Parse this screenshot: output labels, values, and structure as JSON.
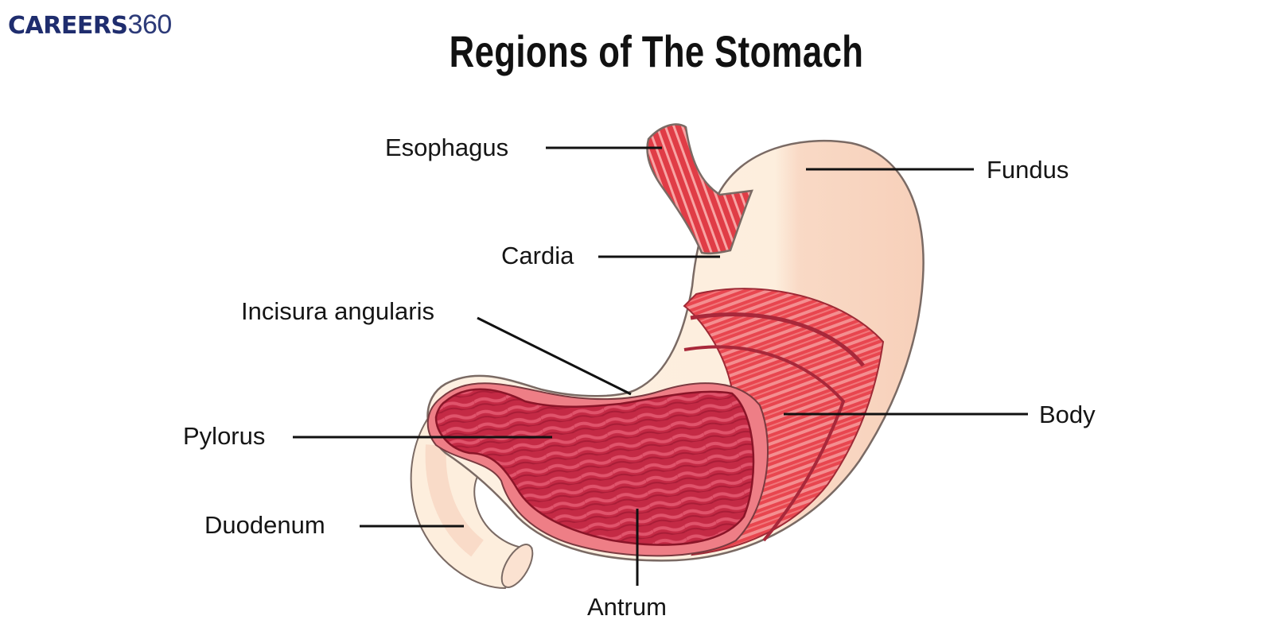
{
  "logo": {
    "brand": "CAREERS",
    "number": "360"
  },
  "title": "Regions of The Stomach",
  "colors": {
    "logo_brand": "#1f2d6e",
    "tissue_outer": "#fdeedd",
    "tissue_shade": "#f9d3bd",
    "muscle": "#e8464f",
    "muscle_light": "#f58a8c",
    "mucosa": "#c42a45",
    "mucosa_dark": "#9e1a33",
    "outline": "#7a6a64",
    "leader_line": "#111111"
  },
  "labels": {
    "esophagus": "Esophagus",
    "fundus": "Fundus",
    "cardia": "Cardia",
    "incisura": "Incisura angularis",
    "body": "Body",
    "pylorus": "Pylorus",
    "duodenum": "Duodenum",
    "antrum": "Antrum"
  }
}
